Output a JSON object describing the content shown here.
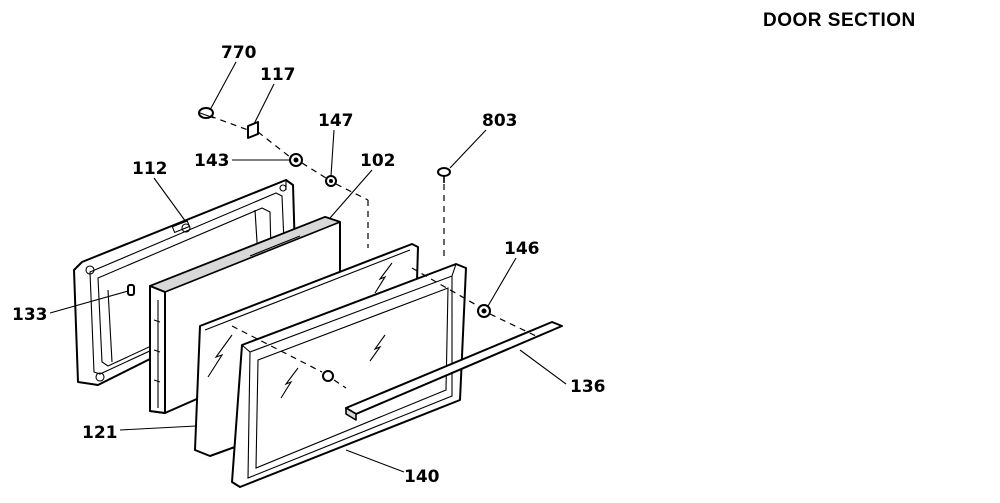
{
  "title": "DOOR SECTION",
  "callouts": {
    "c770": "770",
    "c117": "117",
    "c147": "147",
    "c143": "143",
    "c112": "112",
    "c102": "102",
    "c803": "803",
    "c146": "146",
    "c133": "133",
    "c136": "136",
    "c121": "121",
    "c140": "140"
  }
}
